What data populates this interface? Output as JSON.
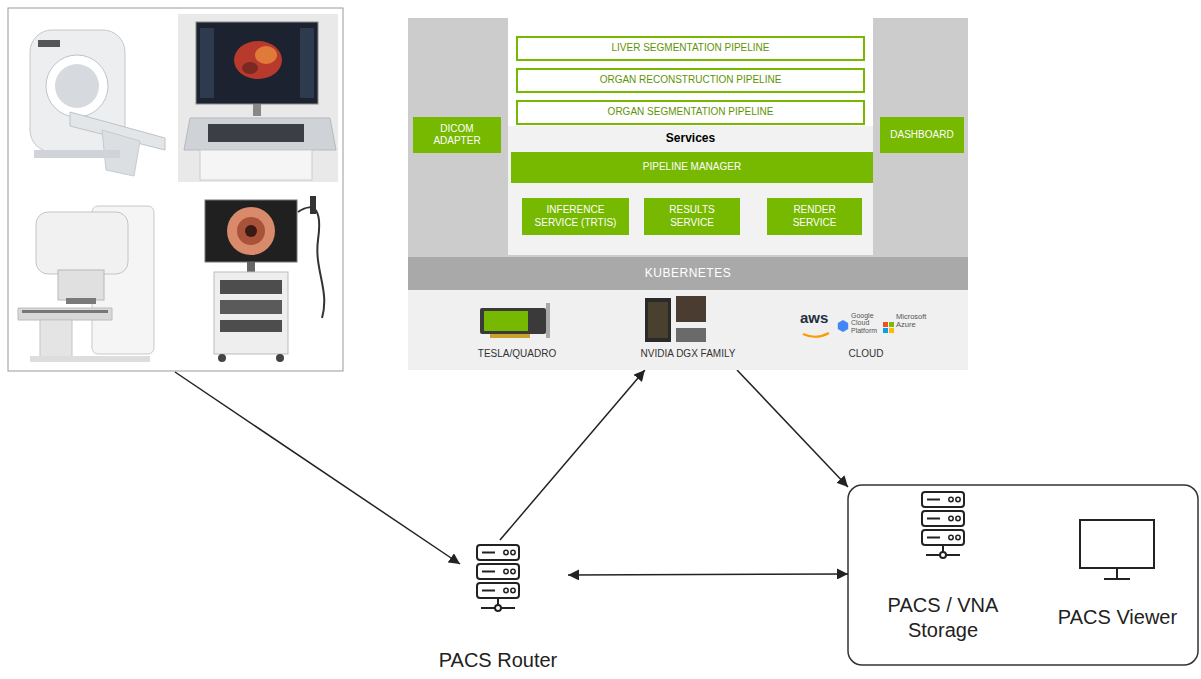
{
  "diagram": {
    "nodes": [
      {
        "text": [
          "DICOM ADAPTER"
        ]
      },
      {
        "text": [
          "Services"
        ]
      },
      {
        "text": [
          "LIVER SEGMENTATION PIPELINE"
        ],
        "in": 1
      },
      {
        "text": [
          "ORGAN RECONSTRUCTION PIPELINE"
        ],
        "in": 1
      },
      {
        "text": [
          "ORGAN SEGMENTATION PIPELINE"
        ],
        "in": 1
      },
      {
        "text": [
          "PIPELINE MANAGER"
        ],
        "in": 1
      },
      {
        "text": [
          "INFERENCE SERVICE (TRTIS)"
        ],
        "in": 1
      },
      {
        "text": [
          "RESULTS SERVICE"
        ],
        "in": 1
      },
      {
        "text": [
          "RENDER SERVICE"
        ],
        "in": 1
      },
      {
        "text": [
          "DASHBOARD"
        ]
      },
      {
        "text": [
          "KUBERNETES"
        ]
      },
      {
        "text": [
          "TESLA/QUADRO",
          "NVIDIA DGX FAMILY",
          "aws",
          "Google Cloud Platform",
          "Microsoft Azure",
          "CLOUD"
        ]
      },
      {
        "text": [
          "PACS Router"
        ]
      },
      {
        "text": [
          "PACS / VNA Storage"
        ]
      },
      {
        "text": [
          "PACS Viewer"
        ]
      }
    ],
    "edges": [
      {
        "from": 12,
        "to": 11,
        "arrow": "to"
      },
      {
        "from": 11,
        "to": 13,
        "arrow": "to"
      },
      {
        "from": 12,
        "to": 13,
        "arrow": "both"
      }
    ]
  }
}
